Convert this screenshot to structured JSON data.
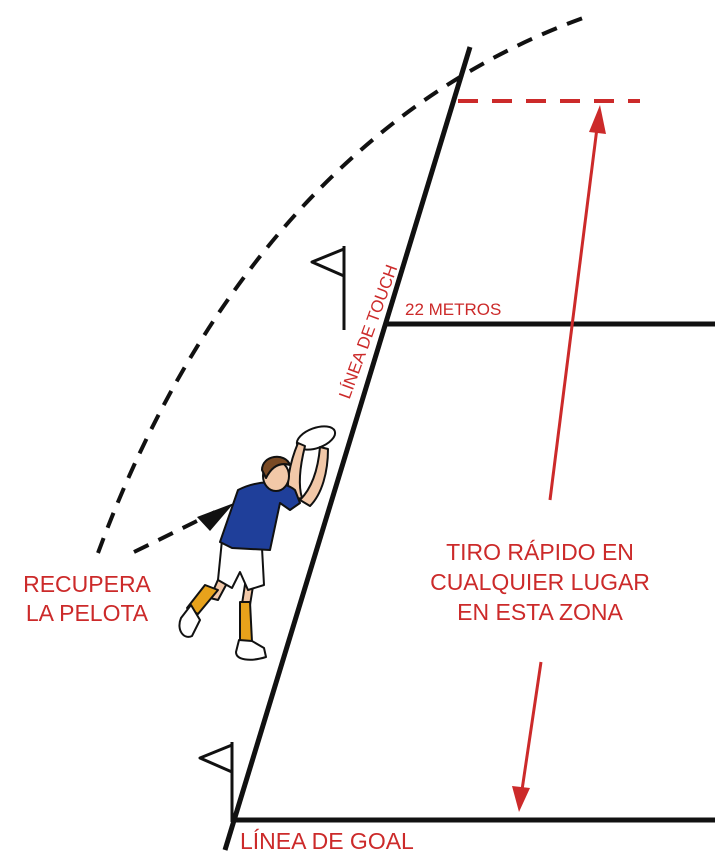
{
  "labels": {
    "touch_line": "LÍNEA DE TOUCH",
    "twenty_two": "22 METROS",
    "goal_line": "LÍNEA DE GOAL",
    "recover": [
      "RECUPERA",
      "LA PELOTA"
    ],
    "zone": [
      "TIRO RÁPIDO EN",
      "CUALQUIER LUGAR",
      "EN ESTA ZONA"
    ]
  },
  "colors": {
    "lines": "#111111",
    "accent": "#cc2a2a",
    "jersey": "#1f3f9a",
    "socks": "#e7a21b",
    "skin": "#f2c8a8"
  }
}
